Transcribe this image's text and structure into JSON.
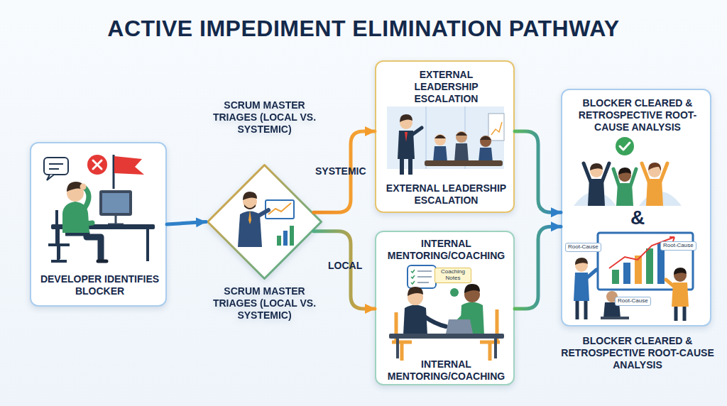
{
  "diagram": {
    "title": "ACTIVE IMPEDIMENT ELIMINATION PATHWAY",
    "nodes": [
      {
        "text": [
          "DEVELOPER IDENTIFIES BLOCKER"
        ]
      },
      {
        "text": [
          "SCRUM MASTER TRIAGES (LOCAL VS. SYSTEMIC)",
          "SCRUM MASTER TRIAGES (LOCAL VS. SYSTEMIC)"
        ]
      },
      {
        "text": [
          "EXTERNAL LEADERSHIP ESCALATION",
          "EXTERNAL LEADERSHIP ESCALATION"
        ]
      },
      {
        "text": [
          "INTERNAL MENTORING/COACHING",
          "INTERNAL MENTORING/COACHING"
        ]
      },
      {
        "text": [
          "BLOCKER CLEARED & RETROSPECTIVE ROOT-CAUSE ANALYSIS",
          "&",
          "BLOCKER CLEARED & RETROSPECTIVE ROOT-CAUSE ANALYSIS"
        ]
      }
    ],
    "edges": [
      {
        "from": 0,
        "to": 1,
        "arrow": "to"
      },
      {
        "from": 1,
        "to": 2,
        "label": "SYSTEMIC",
        "arrow": "to"
      },
      {
        "from": 1,
        "to": 3,
        "label": "LOCAL",
        "arrow": "to"
      },
      {
        "from": 2,
        "to": 4,
        "arrow": "to"
      },
      {
        "from": 3,
        "to": 4,
        "arrow": "to"
      }
    ],
    "labels": [
      "Coaching Notes",
      "Root-Cause",
      "Root-Cause",
      "Root-Cause"
    ]
  }
}
